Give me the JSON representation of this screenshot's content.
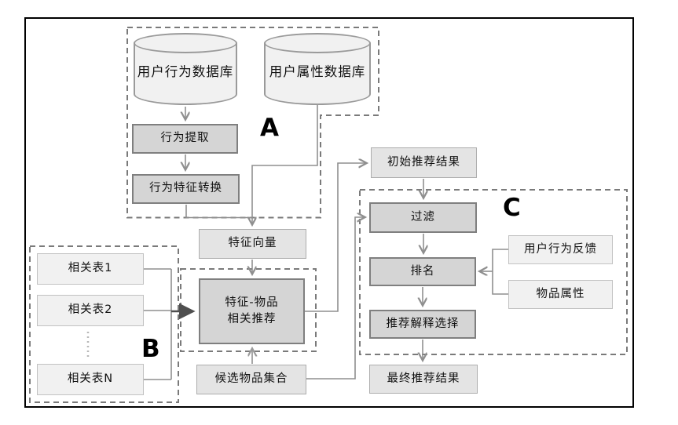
{
  "diagram": {
    "group_labels": {
      "a": "A",
      "b": "B",
      "c": "C"
    },
    "nodes": {
      "user_behavior_db": {
        "label": "用户行为数据库",
        "shape": "cylinder"
      },
      "user_attribute_db": {
        "label": "用户属性数据库",
        "shape": "cylinder"
      },
      "behavior_extraction": {
        "label": "行为提取"
      },
      "behavior_feature_conversion": {
        "label": "行为特征转换"
      },
      "feature_vector": {
        "label": "特征向量"
      },
      "feature_item_recommendation": {
        "label_line1": "特征-物品",
        "label_line2": "相关推荐"
      },
      "related_table_1": {
        "label": "相关表1"
      },
      "related_table_2": {
        "label": "相关表2"
      },
      "related_table_n": {
        "label": "相关表N"
      },
      "candidate_item_set": {
        "label": "候选物品集合"
      },
      "initial_rec_result": {
        "label": "初始推荐结果"
      },
      "filter": {
        "label": "过滤"
      },
      "ranking": {
        "label": "排名"
      },
      "rec_explanation_selection": {
        "label": "推荐解释选择"
      },
      "user_behavior_feedback": {
        "label": "用户行为反馈"
      },
      "item_attributes": {
        "label": "物品属性"
      },
      "final_rec_result": {
        "label": "最终推荐结果"
      }
    },
    "edges": [
      {
        "from": "user_behavior_db",
        "to": "behavior_extraction"
      },
      {
        "from": "behavior_extraction",
        "to": "behavior_feature_conversion"
      },
      {
        "from": "behavior_feature_conversion",
        "to": "feature_vector"
      },
      {
        "from": "user_attribute_db",
        "to": "feature_vector"
      },
      {
        "from": "feature_vector",
        "to": "feature_item_recommendation"
      },
      {
        "from": "related_table_1",
        "to": "feature_item_recommendation"
      },
      {
        "from": "related_table_2",
        "to": "feature_item_recommendation"
      },
      {
        "from": "related_table_n",
        "to": "feature_item_recommendation"
      },
      {
        "from": "candidate_item_set",
        "to": "feature_item_recommendation"
      },
      {
        "from": "feature_item_recommendation",
        "to": "initial_rec_result"
      },
      {
        "from": "initial_rec_result",
        "to": "filter"
      },
      {
        "from": "candidate_item_set",
        "to": "filter"
      },
      {
        "from": "filter",
        "to": "ranking"
      },
      {
        "from": "user_behavior_feedback",
        "to": "ranking"
      },
      {
        "from": "item_attributes",
        "to": "ranking"
      },
      {
        "from": "ranking",
        "to": "rec_explanation_selection"
      },
      {
        "from": "rec_explanation_selection",
        "to": "final_rec_result"
      }
    ],
    "colors": {
      "node_dark": "#d5d5d5",
      "node_mid": "#e4e4e4",
      "node_light": "#f1f1f1",
      "node_border_dark": "#7f7f7f",
      "dashed_outline": "#7a7a7a",
      "connector": "#8f8f8f",
      "connector_bold": "#4f4f4f",
      "frame": "#000000"
    }
  }
}
